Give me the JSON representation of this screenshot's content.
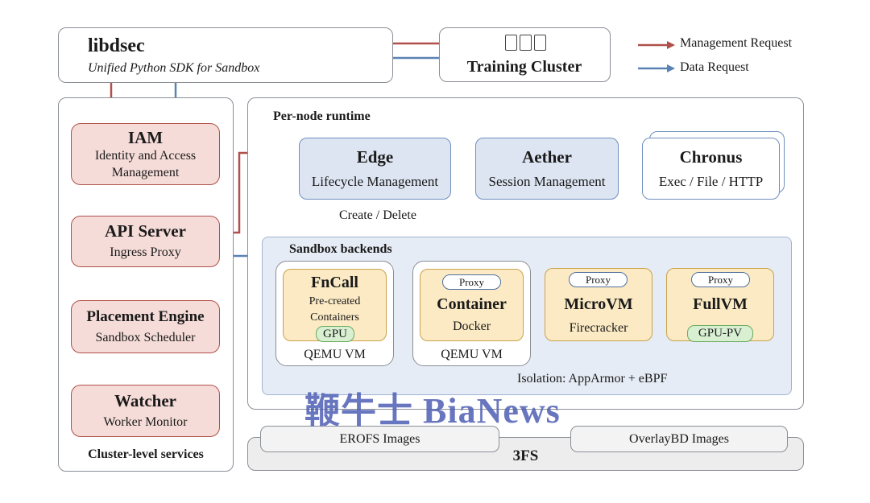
{
  "libdsec": {
    "title": "libdsec",
    "subtitle": "Unified Python SDK for Sandbox"
  },
  "training_cluster": {
    "label": "Training Cluster",
    "icon": "server-rack-icon"
  },
  "legend": {
    "management": "Management Request",
    "data": "Data Request",
    "management_color": "#b0504a",
    "data_color": "#5b82b4"
  },
  "cluster": {
    "caption": "Cluster-level services",
    "iam": {
      "title": "IAM",
      "line1": "Identity and Access",
      "line2": "Management"
    },
    "api": {
      "title": "API Server",
      "sub": "Ingress Proxy"
    },
    "placement": {
      "title": "Placement Engine",
      "sub": "Sandbox Scheduler"
    },
    "watcher": {
      "title": "Watcher",
      "sub": "Worker Monitor"
    }
  },
  "runtime": {
    "caption": "Per-node runtime",
    "edge": {
      "title": "Edge",
      "sub": "Lifecycle Management"
    },
    "aether": {
      "title": "Aether",
      "sub": "Session Management"
    },
    "chronus": {
      "title": "Chronus",
      "sub": "Exec / File / HTTP"
    },
    "create_delete": "Create / Delete"
  },
  "backends": {
    "caption": "Sandbox backends",
    "proxy": "Proxy",
    "fncall": {
      "title": "FnCall",
      "line1": "Pre-created",
      "line2": "Containers",
      "badge": "GPU",
      "vm": "QEMU VM"
    },
    "container": {
      "title": "Container",
      "sub": "Docker",
      "vm": "QEMU VM"
    },
    "microvm": {
      "title": "MicroVM",
      "sub": "Firecracker"
    },
    "fullvm": {
      "title": "FullVM",
      "badge": "GPU-PV"
    },
    "isolation": "Isolation: AppArmor + eBPF"
  },
  "storage": {
    "name": "3FS",
    "erofs": "EROFS Images",
    "overlaybd": "OverlayBD Images"
  },
  "watermark": "鞭牛士 BiaNews"
}
